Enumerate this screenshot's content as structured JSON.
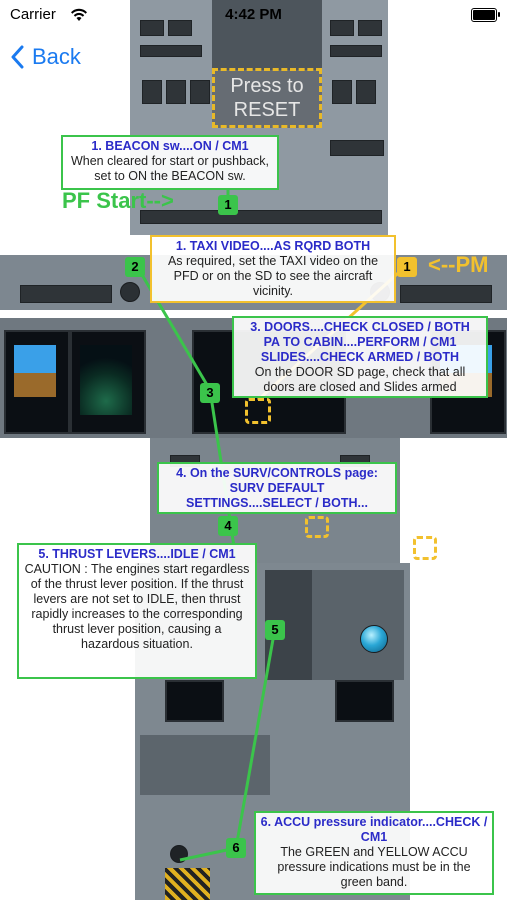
{
  "status_bar": {
    "carrier": "Carrier",
    "time": "4:42 PM"
  },
  "nav": {
    "back_label": "Back"
  },
  "reset_button": {
    "label": "Press to RESET"
  },
  "labels": {
    "pf_start": "PF Start-->",
    "pm": "<--PM"
  },
  "colors": {
    "green": "#3bc44b",
    "yellow": "#f2c12e",
    "title_blue": "#2b2bc8",
    "ios_blue": "#1a7af0"
  },
  "steps": [
    {
      "badge": "1",
      "title": "1. BEACON sw....ON / CM1",
      "body": "When cleared for start or pushback, set to ON the BEACON sw.",
      "color": "green"
    },
    {
      "badge": "1",
      "title": "1. TAXI VIDEO....AS RQRD BOTH",
      "body": "As required, set the TAXI video on the PFD or on the SD to see the aircraft vicinity.",
      "color": "yellow"
    },
    {
      "badge": "2",
      "title": "",
      "body": "",
      "color": "green"
    },
    {
      "badge": "3",
      "title": "3. DOORS....CHECK CLOSED / BOTH\nPA TO CABIN....PERFORM / CM1\nSLIDES....CHECK ARMED / BOTH",
      "body": "On the DOOR SD page, check that all doors are closed and Slides armed",
      "color": "green"
    },
    {
      "badge": "4",
      "title": "4. On the SURV/CONTROLS page:\nSURV DEFAULT\nSETTINGS....SELECT / BOTH...",
      "body": "",
      "color": "green"
    },
    {
      "badge": "5",
      "title": "5. THRUST LEVERS....IDLE / CM1",
      "body": "CAUTION : The engines start regardless of the thrust lever position. If the thrust levers are not set to IDLE, then thrust rapidly increases to the corresponding thrust lever position, causing a hazardous situation.",
      "color": "green"
    },
    {
      "badge": "6",
      "title": "6. ACCU pressure indicator....CHECK / CM1",
      "body": "The GREEN and YELLOW ACCU pressure indications must be in the green band.",
      "color": "green"
    }
  ]
}
